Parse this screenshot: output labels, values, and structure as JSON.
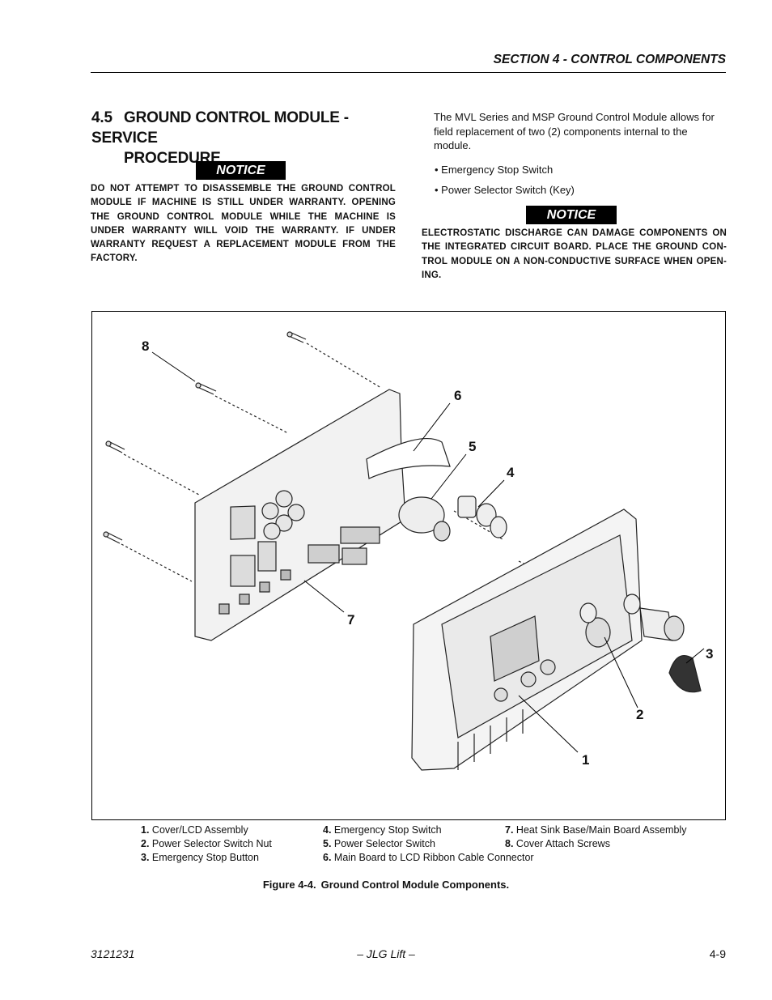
{
  "header": {
    "section": "SECTION 4 - CONTROL COMPONENTS"
  },
  "heading": {
    "number": "4.5",
    "title_line1": "GROUND CONTROL MODULE - SERVICE",
    "title_line2": "PROCEDURE"
  },
  "notice_left": {
    "label": "NOTICE",
    "text": "DO NOT ATTEMPT TO DISASSEMBLE THE GROUND CONTROL MODULE IF MACHINE IS STILL UNDER WARRANTY.  OPENING THE GROUND CONTROL MODULE WHILE THE MACHINE IS UNDER WARRANTY WILL VOID THE WARRANTY.  IF UNDER WARRANTY REQUEST A REPLACEMENT MODULE FROM THE FACTORY."
  },
  "intro": {
    "text": "The MVL Series and MSP Ground Control Module allows for field replacement of two (2) components internal to the module.",
    "bullets": [
      "• Emergency Stop Switch",
      "• Power Selector Switch (Key)"
    ]
  },
  "notice_right": {
    "label": "NOTICE",
    "text": "ELECTROSTATIC DISCHARGE CAN DAMAGE COMPONENTS ON THE INTEGRATED CIRCUIT BOARD. PLACE THE GROUND CON-TROL MODULE ON A NON-CONDUCTIVE SURFACE WHEN OPEN-ING."
  },
  "figure": {
    "callouts": {
      "c1": "1",
      "c2": "2",
      "c3": "3",
      "c4": "4",
      "c5": "5",
      "c6": "6",
      "c7": "7",
      "c8": "8"
    },
    "legend": [
      {
        "num": "1.",
        "text": "Cover/LCD Assembly"
      },
      {
        "num": "2.",
        "text": "Power Selector Switch Nut"
      },
      {
        "num": "3.",
        "text": "Emergency Stop Button"
      },
      {
        "num": "4.",
        "text": "Emergency Stop Switch"
      },
      {
        "num": "5.",
        "text": "Power Selector Switch"
      },
      {
        "num": "6.",
        "text": "Main Board to LCD Ribbon Cable Connector"
      },
      {
        "num": "7.",
        "text": "Heat Sink Base/Main Board Assembly"
      },
      {
        "num": "8.",
        "text": "Cover Attach Screws"
      }
    ],
    "caption_label": "Figure 4-4.",
    "caption_text": "Ground Control Module Components."
  },
  "footer": {
    "doc_number": "3121231",
    "center": "– JLG Lift –",
    "page": "4-9"
  }
}
